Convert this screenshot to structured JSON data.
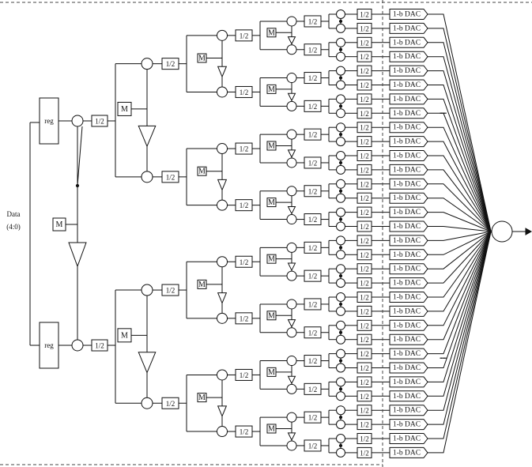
{
  "labels": {
    "register": "reg",
    "multiplier": "M",
    "half": "1/2",
    "dac": "1-b DAC",
    "input_line1": "Data",
    "input_line2": "(4:0)",
    "ellipsis": "......"
  }
}
